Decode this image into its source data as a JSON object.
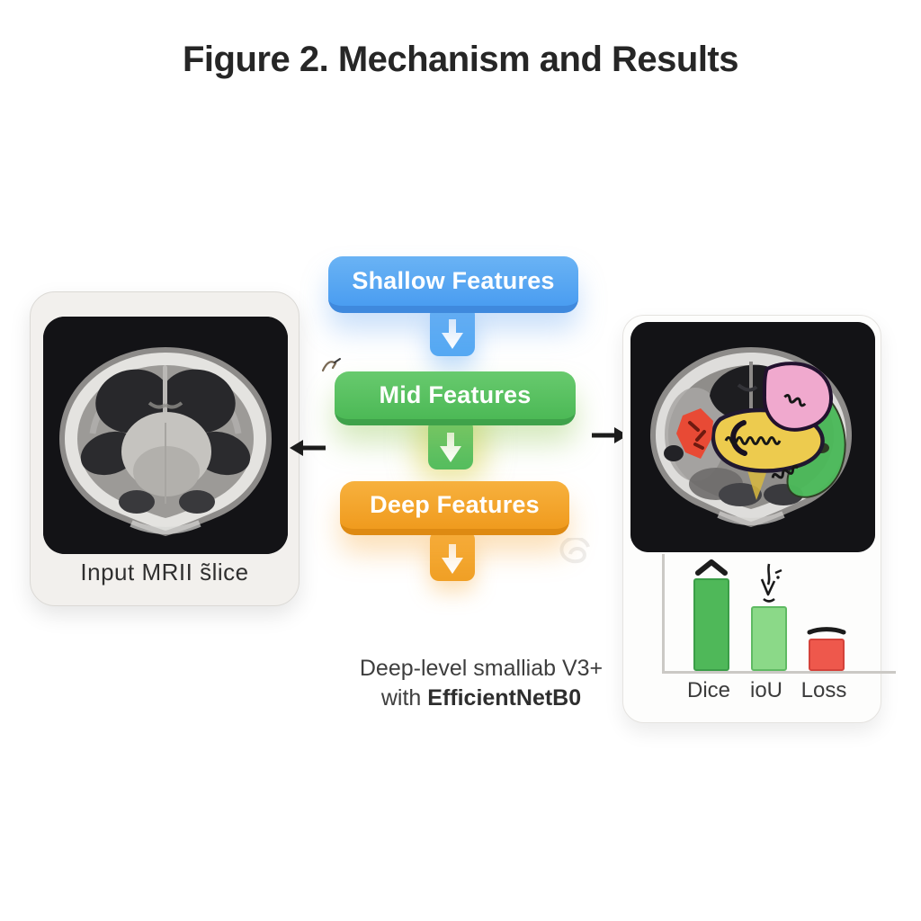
{
  "title": "Figure 2. Mechanism and Results",
  "left_panel": {
    "label": "Input MRII s̃lice",
    "content": "axial MRI brain slice (grayscale)"
  },
  "flow": {
    "boxes": [
      {
        "label": "Shallow Features",
        "color": "#55a8f3"
      },
      {
        "label": "Mid Features",
        "color": "#55bd5e"
      },
      {
        "label": "Deep Features",
        "color": "#f0a026"
      }
    ],
    "caption_line1": "Deep-level smalliab V3+",
    "caption_line2_prefix": "with ",
    "caption_line2_bold": "EfficientNetB0"
  },
  "right_panel": {
    "content": "segmented MRI brain slice with colored overlay regions",
    "region_colors": {
      "pink": "#f0a9ce",
      "yellow": "#edcb4e",
      "green": "#4cb95a",
      "red": "#e84a35"
    }
  },
  "chart_data": {
    "type": "bar",
    "categories": [
      "Dice",
      "ioU",
      "Loss"
    ],
    "values": [
      0.79,
      0.55,
      0.28
    ],
    "colors": [
      "#4fb859",
      "#8bd988",
      "#ee584c"
    ],
    "border_colors": [
      "#3b9e48",
      "#5fba63",
      "#d4423a"
    ],
    "annotations": [
      "up-arrow",
      "down-arrow",
      "flat-dash"
    ],
    "title": "",
    "xlabel": "",
    "ylabel": "",
    "ylim": [
      0,
      1
    ],
    "grid": false,
    "legend": false,
    "axis_color": "#cbc9c5"
  }
}
